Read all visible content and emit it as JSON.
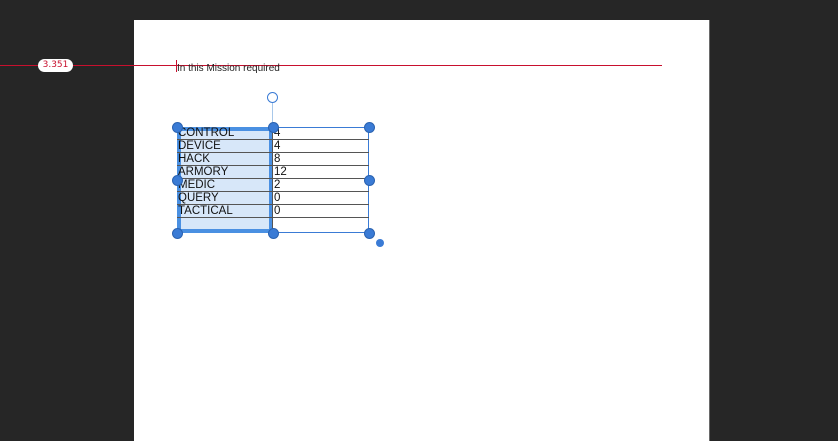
{
  "guide": {
    "value": "3.351"
  },
  "caption": "In this Mission required",
  "table": {
    "rows": [
      {
        "label": "CONTROL",
        "value": "4"
      },
      {
        "label": "DEVICE",
        "value": "4"
      },
      {
        "label": "HACK",
        "value": "8"
      },
      {
        "label": "ARMORY",
        "value": "12"
      },
      {
        "label": "MEDIC",
        "value": "2"
      },
      {
        "label": "QUERY",
        "value": "0"
      },
      {
        "label": "TACTICAL",
        "value": "0"
      },
      {
        "label": "",
        "value": ""
      }
    ]
  },
  "colors": {
    "canvas": "#262626",
    "guide": "#c8102e",
    "selection": "#4a90e2"
  }
}
